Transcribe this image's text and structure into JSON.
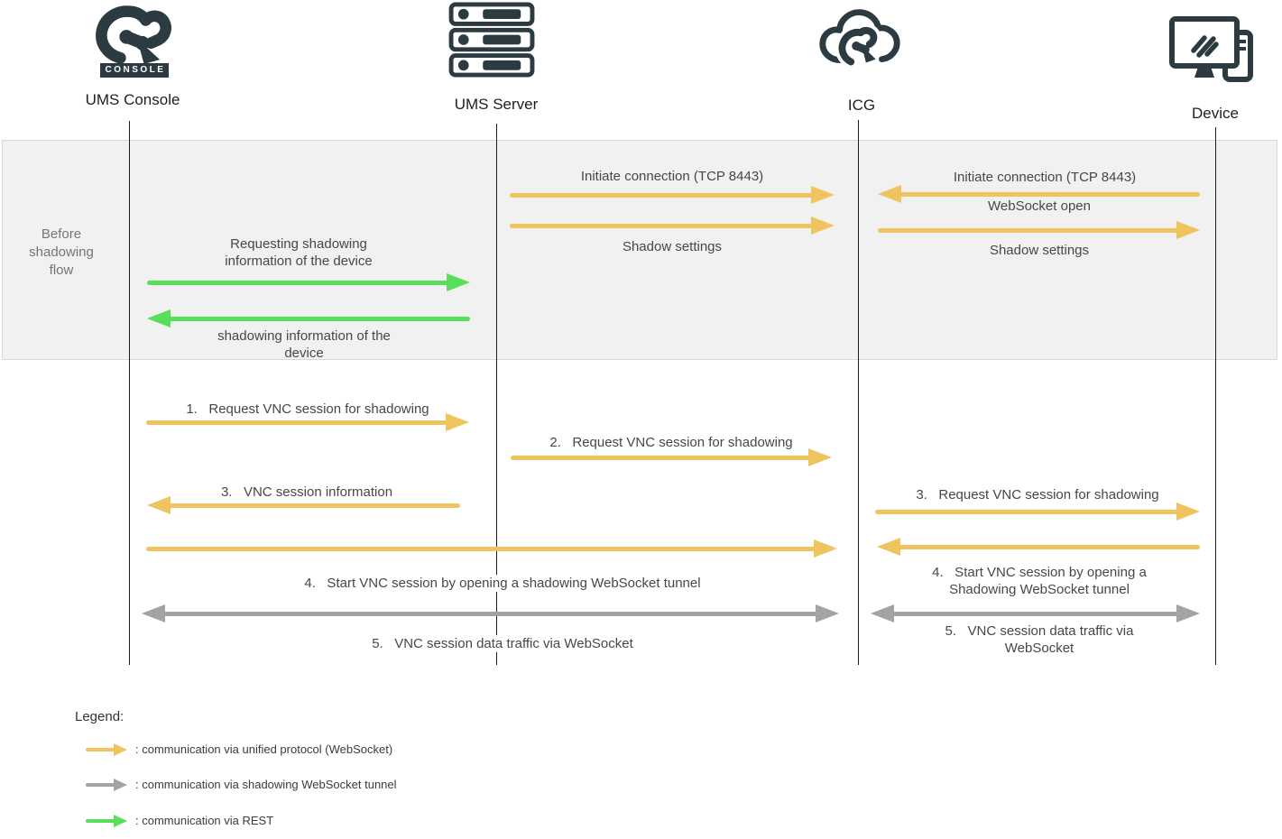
{
  "actors": {
    "console": {
      "label": "UMS Console",
      "icon": "ums-console-logo-icon",
      "badge": "CONSOLE"
    },
    "server": {
      "label": "UMS Server",
      "icon": "server-stack-icon"
    },
    "icg": {
      "label": "ICG",
      "icon": "icg-cloud-icon"
    },
    "device": {
      "label": "Device",
      "icon": "device-workstation-icon"
    }
  },
  "band": {
    "label": "Before\nshadowing\nflow",
    "msgs": {
      "init_server_icg": "Initiate connection (TCP 8443)",
      "shadow_settings_server_icg": "Shadow settings",
      "init_device_icg": "Initiate connection (TCP 8443)",
      "websocket_open": "WebSocket open",
      "shadow_settings_icg_device": "Shadow settings",
      "request_shadow_info": "Requesting shadowing\ninformation of the device",
      "shadow_info_response": "shadowing information of the\ndevice"
    }
  },
  "flow": {
    "step1": "1.   Request VNC session for shadowing",
    "step2": "2.   Request VNC session for shadowing",
    "step3_left": "3.   VNC session information",
    "step3_right": "3.   Request VNC session for shadowing",
    "step4_left": "4.   Start VNC session by opening a shadowing WebSocket tunnel",
    "step4_right": "4.   Start VNC session by opening a\nShadowing WebSocket tunnel",
    "step5_left": "5.   VNC session data traffic via WebSocket",
    "step5_right": "5.   VNC session data traffic via\nWebSocket"
  },
  "legend": {
    "title": "Legend:",
    "items": [
      {
        "name": "unified-protocol",
        "color": "#efc45e",
        "label": ": communication via unified protocol (WebSocket)"
      },
      {
        "name": "shadowing-tunnel",
        "color": "#a3a3a3",
        "label": ": communication via shadowing WebSocket tunnel"
      },
      {
        "name": "rest",
        "color": "#58de58",
        "label": ": communication via REST"
      }
    ]
  },
  "colors": {
    "websocket_yellow": "#efc45e",
    "tunnel_gray": "#a3a3a3",
    "rest_green": "#58de58",
    "icon_dark": "#2c3a42",
    "band_bg": "#f1f1f1"
  }
}
